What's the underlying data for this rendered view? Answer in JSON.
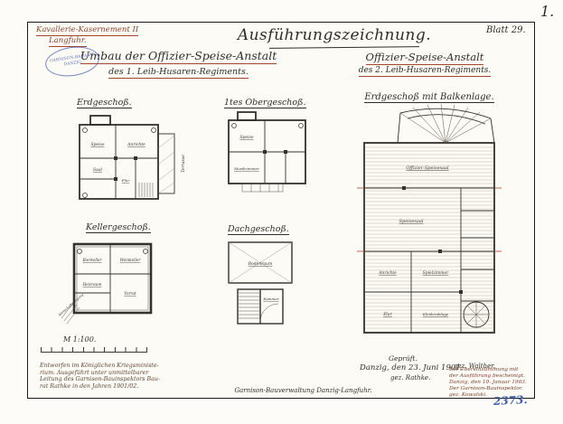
{
  "sheet": {
    "corner_mark": "1.",
    "inventory_number": "2373."
  },
  "header": {
    "kasernement_line1": "Kavallerie-Kasernement II",
    "kasernement_line2": "Langfuhr.",
    "main_title": "Ausführungszeichnung.",
    "sheet_label": "Blatt 29.",
    "left_title": "Umbau der Offizier-Speise-Anstalt",
    "left_subtitle": "des 1. Leib-Husaren-Regiments.",
    "right_title": "Offizier-Speise-Anstalt",
    "right_subtitle": "des 2. Leib-Husaren-Regiments."
  },
  "stamp": {
    "line1": "GARNISON-BAUAMT",
    "line2": "DANZIG"
  },
  "plans": {
    "erdgeschoss": {
      "title": "Erdgeschoß.",
      "labels": {
        "speise": "Speise",
        "anrichte": "Anrichte",
        "saal": "Saal",
        "flur": "Flur",
        "terrasse": "Terrasse"
      }
    },
    "obergeschoss": {
      "title": "1tes Obergeschoß.",
      "labels": {
        "speise": "Speise",
        "musikzimmer": "Musikzimmer"
      }
    },
    "kellergeschoss": {
      "title": "Kellergeschoß.",
      "labels": {
        "bierkeller": "Bierkeller",
        "weinkeller": "Weinkeller",
        "heizraum": "Heizraum",
        "vorrat": "Vorrat",
        "eingang": "Wirtschaftseingang"
      }
    },
    "dachgeschoss": {
      "title": "Dachgeschoß.",
      "labels": {
        "bodenraum": "Bodenraum",
        "kammer": "Kammer"
      }
    },
    "balkenlage": {
      "title": "Erdgeschoß mit Balkenlage.",
      "labels": {
        "offizier_speisesaal": "Offizier-Speisesaal",
        "speisesaal": "Speisesaal",
        "spielzimmer": "Spielzimmer",
        "anrichte": "Anrichte",
        "kleiderablage": "Kleiderablage",
        "flur": "Flur"
      }
    }
  },
  "footer": {
    "scale_label": "M 1:100.",
    "notes_left": [
      "Entworfen im Königlichen Kriegsministe-",
      "rium. Ausgeführt unter unmittelbarer",
      "Leitung des Garnison-Bauinspektors Bau-",
      "rat Rathke in den Jahren 1901/02."
    ],
    "geprueft": "Geprüft.",
    "date_line": "Danzig, den 23. Juni 1901.",
    "sig_left": "gez. Rathke.",
    "sig_right": "gez. Walther.",
    "office_line": "Garnison-Bauverwaltung Danzig-Langfuhr.",
    "certification": [
      "Die Übereinstimmung mit",
      "der Ausführung bescheinigt.",
      "Danzig, den 10. Januar 1903.",
      "Der Garnison-Bauinspektor.",
      "gez. Kowalski."
    ]
  }
}
